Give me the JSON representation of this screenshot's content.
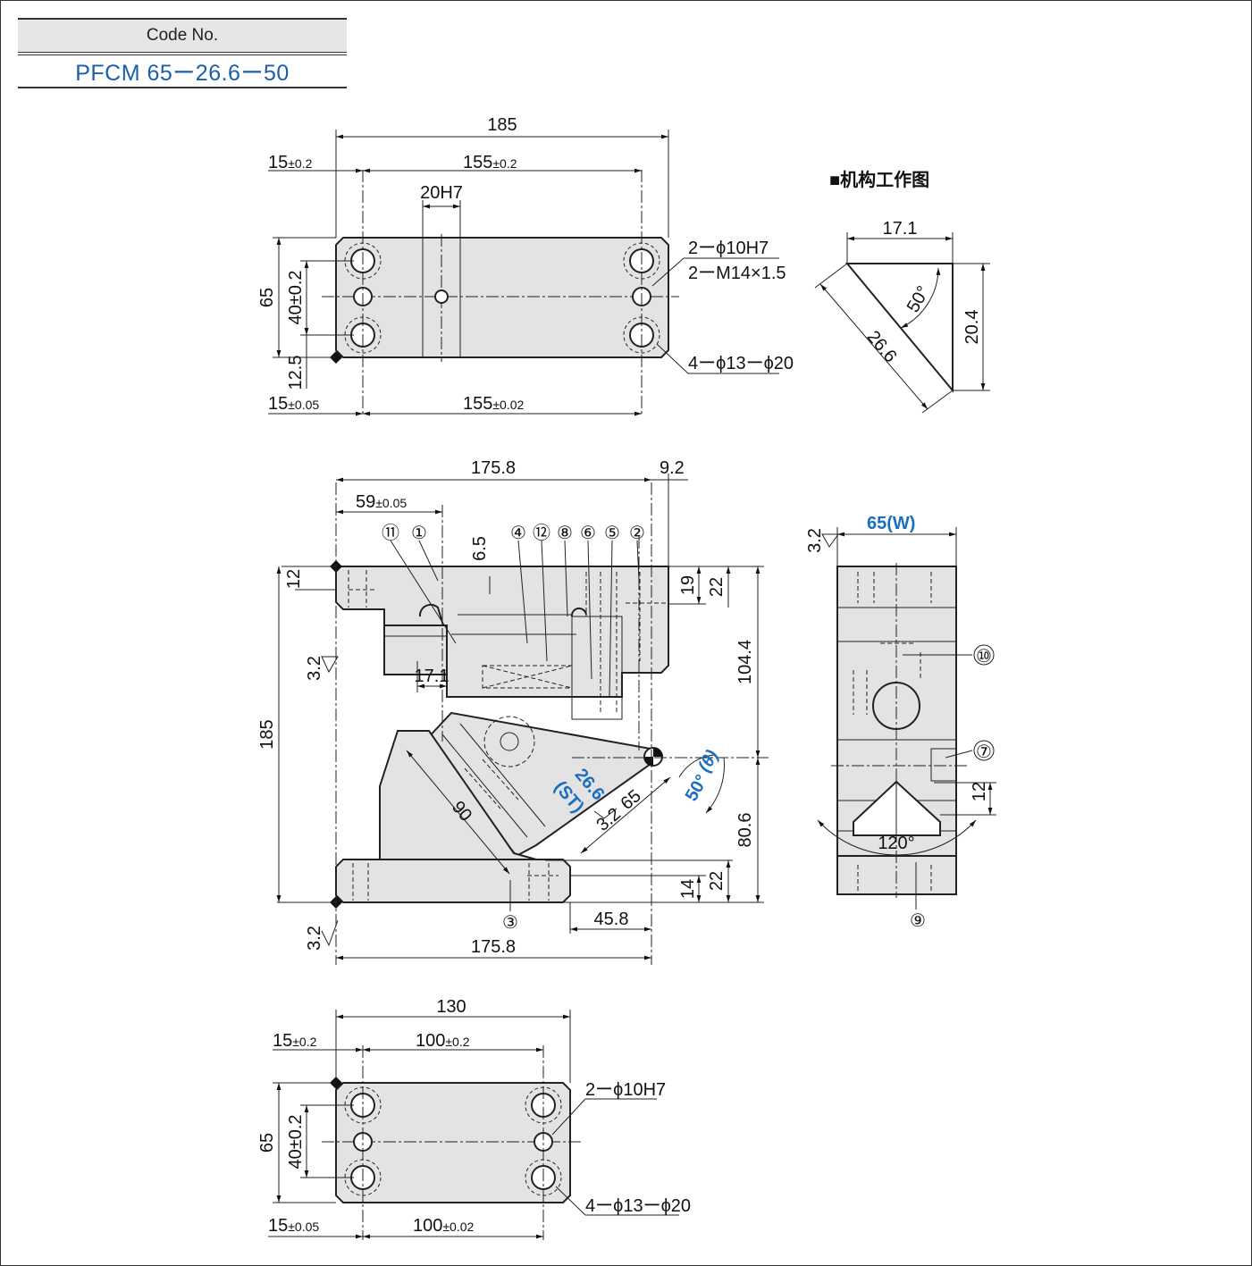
{
  "code": {
    "header": "Code No.",
    "value": "PFCM 65ー26.6ー50"
  },
  "mechanism": {
    "title": "■机构工作图",
    "horizontal": "17.1",
    "angle": "50°",
    "stroke": "26.6",
    "vertical": "20.4"
  },
  "top_view": {
    "overall": "185",
    "pitch_top_a": "15",
    "pitch_top_a_tol": "±0.2",
    "pitch_top_b": "155",
    "pitch_top_b_tol": "±0.2",
    "key": "20H7",
    "height": "65",
    "hole_pitch": "40±0.2",
    "edge": "12.5",
    "pitch_bot_a": "15",
    "pitch_bot_a_tol": "±0.05",
    "pitch_bot_b": "155",
    "pitch_bot_b_tol": "±0.02",
    "pin_note": "2ーϕ10H7",
    "thread_note": "2ーM14×1.5",
    "bolt_note": "4ーϕ13ーϕ20"
  },
  "front_view": {
    "top_len": "175.8",
    "offset": "9.2",
    "pos": "59",
    "pos_tol": "±0.05",
    "step": "6.5",
    "h12": "12",
    "h19": "19",
    "h22_top": "22",
    "h104": "104.4",
    "h185": "185",
    "h80": "80.6",
    "h14": "14",
    "h22_bot": "22",
    "w17": "17.1",
    "d90": "90",
    "d65": "65",
    "st_val": "26.6",
    "st_label": "(ST)",
    "angle": "50°",
    "theta": "(θ)",
    "rough": "3.2",
    "bot_45": "45.8",
    "bot_len": "175.8",
    "balloons": [
      "⑪",
      "①",
      "④",
      "⑫",
      "⑧",
      "⑥",
      "⑤",
      "②",
      "③"
    ]
  },
  "side_view": {
    "width": "65",
    "width_label": "(W)",
    "rough": "3.2",
    "h12": "12",
    "angle": "120°",
    "balloons": [
      "⑩",
      "⑦",
      "⑨"
    ]
  },
  "bottom_view": {
    "overall": "130",
    "pitch_top_a": "15",
    "pitch_top_a_tol": "±0.2",
    "pitch_top_b": "100",
    "pitch_top_b_tol": "±0.2",
    "height": "65",
    "hole_pitch": "40±0.2",
    "pitch_bot_a": "15",
    "pitch_bot_a_tol": "±0.05",
    "pitch_bot_b": "100",
    "pitch_bot_b_tol": "±0.02",
    "pin_note": "2ーϕ10H7",
    "bolt_note": "4ーϕ13ーϕ20"
  }
}
